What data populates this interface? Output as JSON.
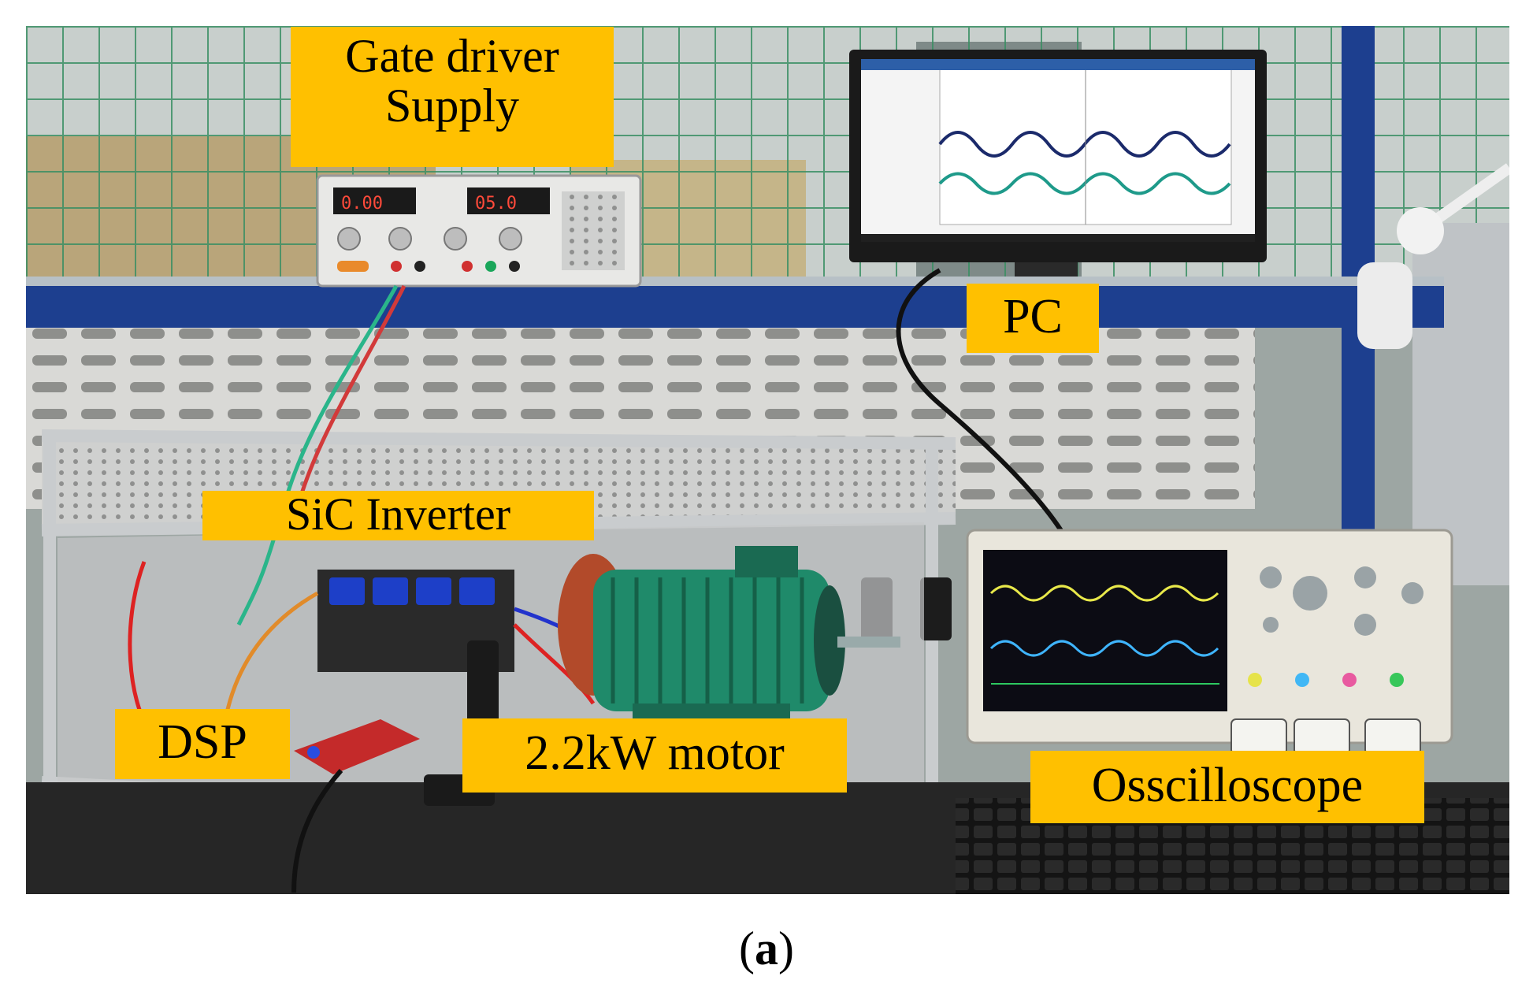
{
  "image": {
    "description_labels": {
      "gate_driver_supply": "Gate driver\nSupply",
      "pc": "PC",
      "sic_inverter": "SiC Inverter",
      "dsp": "DSP",
      "motor": "2.2kW motor",
      "oscilloscope": "Osscilloscope"
    },
    "psu_display_left": "0.00",
    "psu_display_right": "05.0"
  },
  "caption": {
    "open": "(",
    "letter": "a",
    "close": ")"
  },
  "colors": {
    "label_bg": "#FFC000",
    "cage_green": "#2f7a52",
    "shelf_blue": "#1d3f8f",
    "motor_green": "#1f8a6a"
  }
}
